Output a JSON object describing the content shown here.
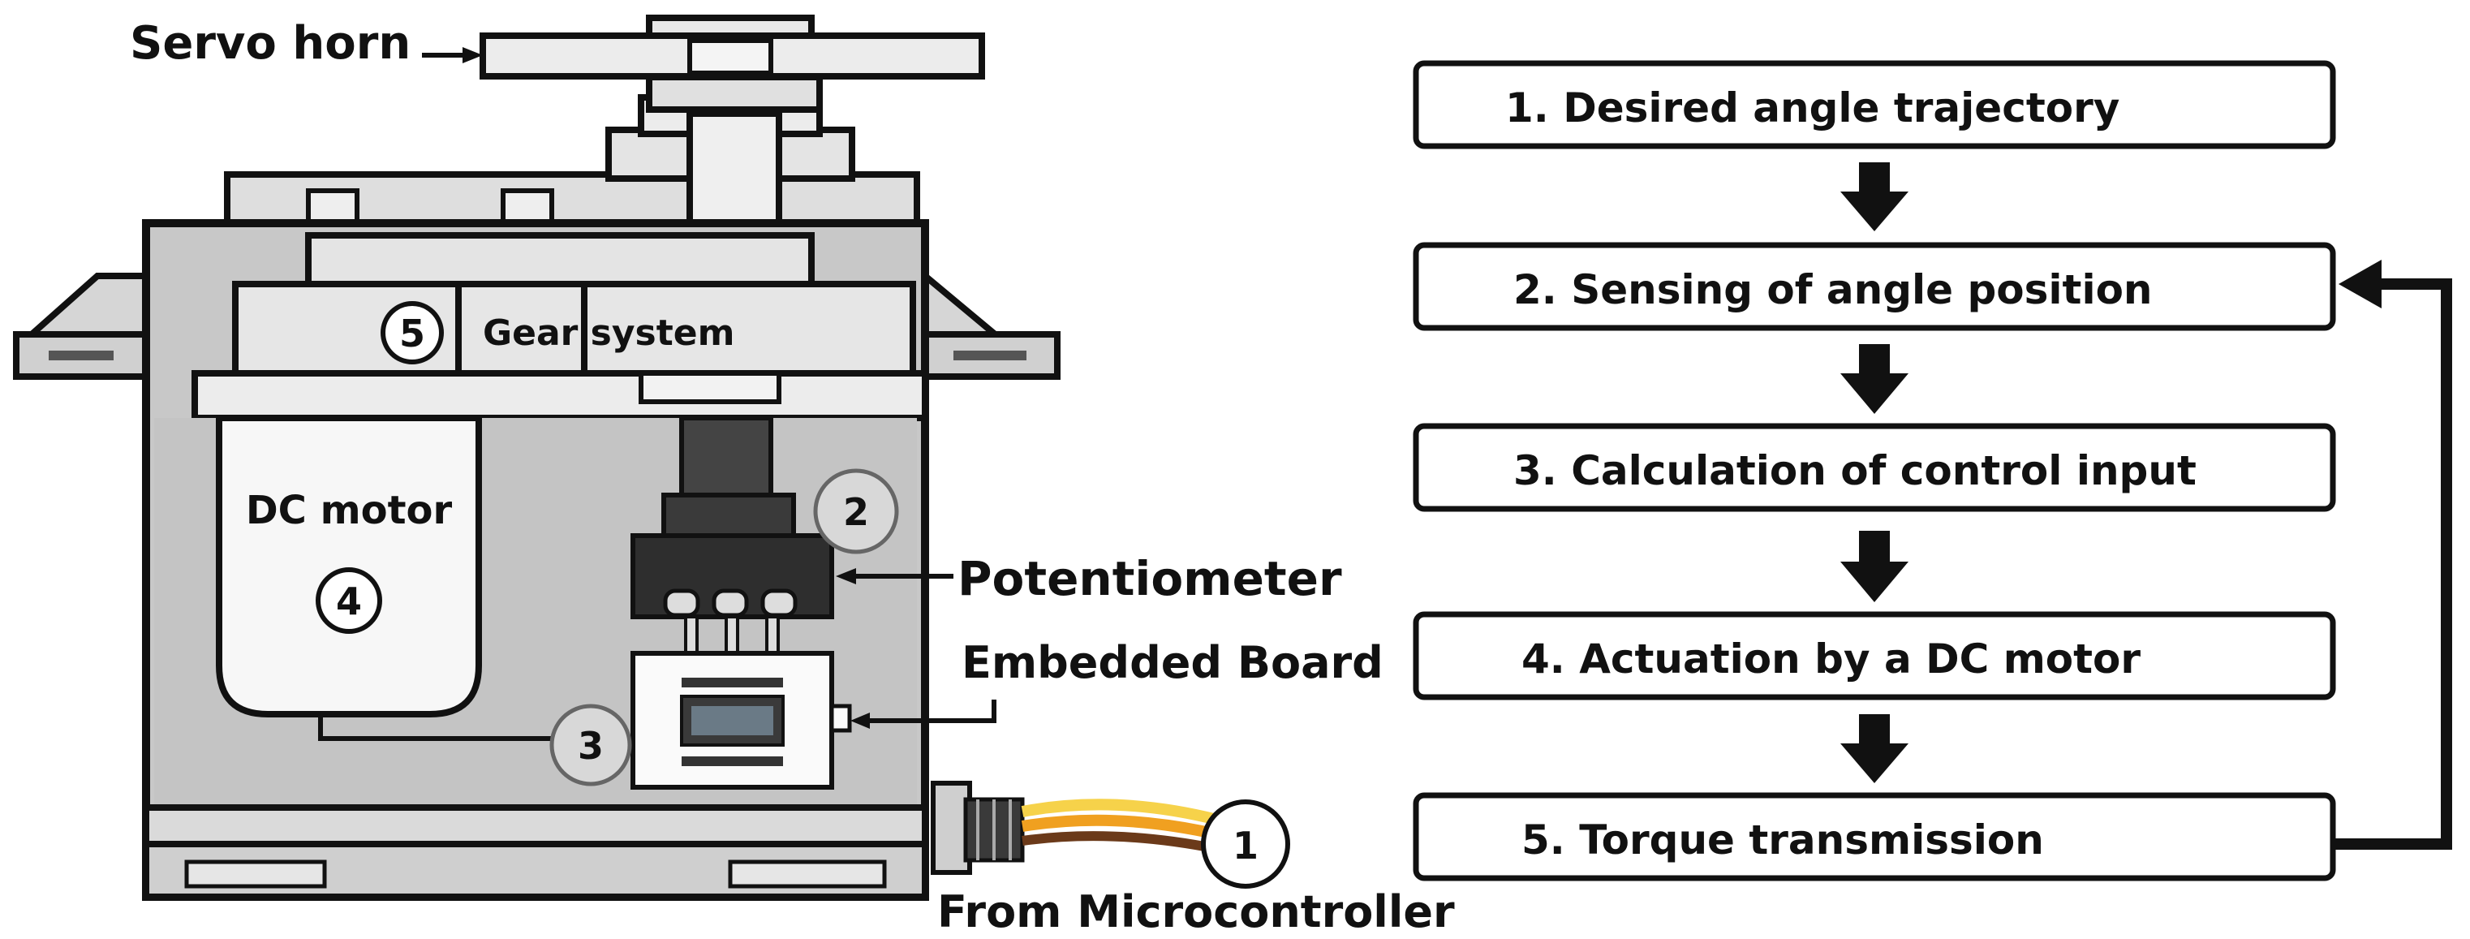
{
  "servo": {
    "horn_label": "Servo horn",
    "gear_label": "Gear system",
    "motor_label": "DC motor",
    "pot_label": "Potentiometer",
    "board_label": "Embedded Board",
    "input_label": "From Microcontroller",
    "markers": [
      "1",
      "2",
      "3",
      "4",
      "5"
    ]
  },
  "flow": {
    "steps": [
      "1. Desired angle trajectory",
      "2. Sensing of angle position",
      "3. Calculation of control input",
      "4. Actuation by a DC motor",
      "5. Torque transmission"
    ]
  },
  "colors": {
    "outline": "#111111",
    "body_fill": "#c8c8c8",
    "light_fill": "#e6e6e6",
    "dark_fill": "#4a4a4a",
    "wire_orange": "#f0a020",
    "wire_yellow": "#f6d24a"
  }
}
